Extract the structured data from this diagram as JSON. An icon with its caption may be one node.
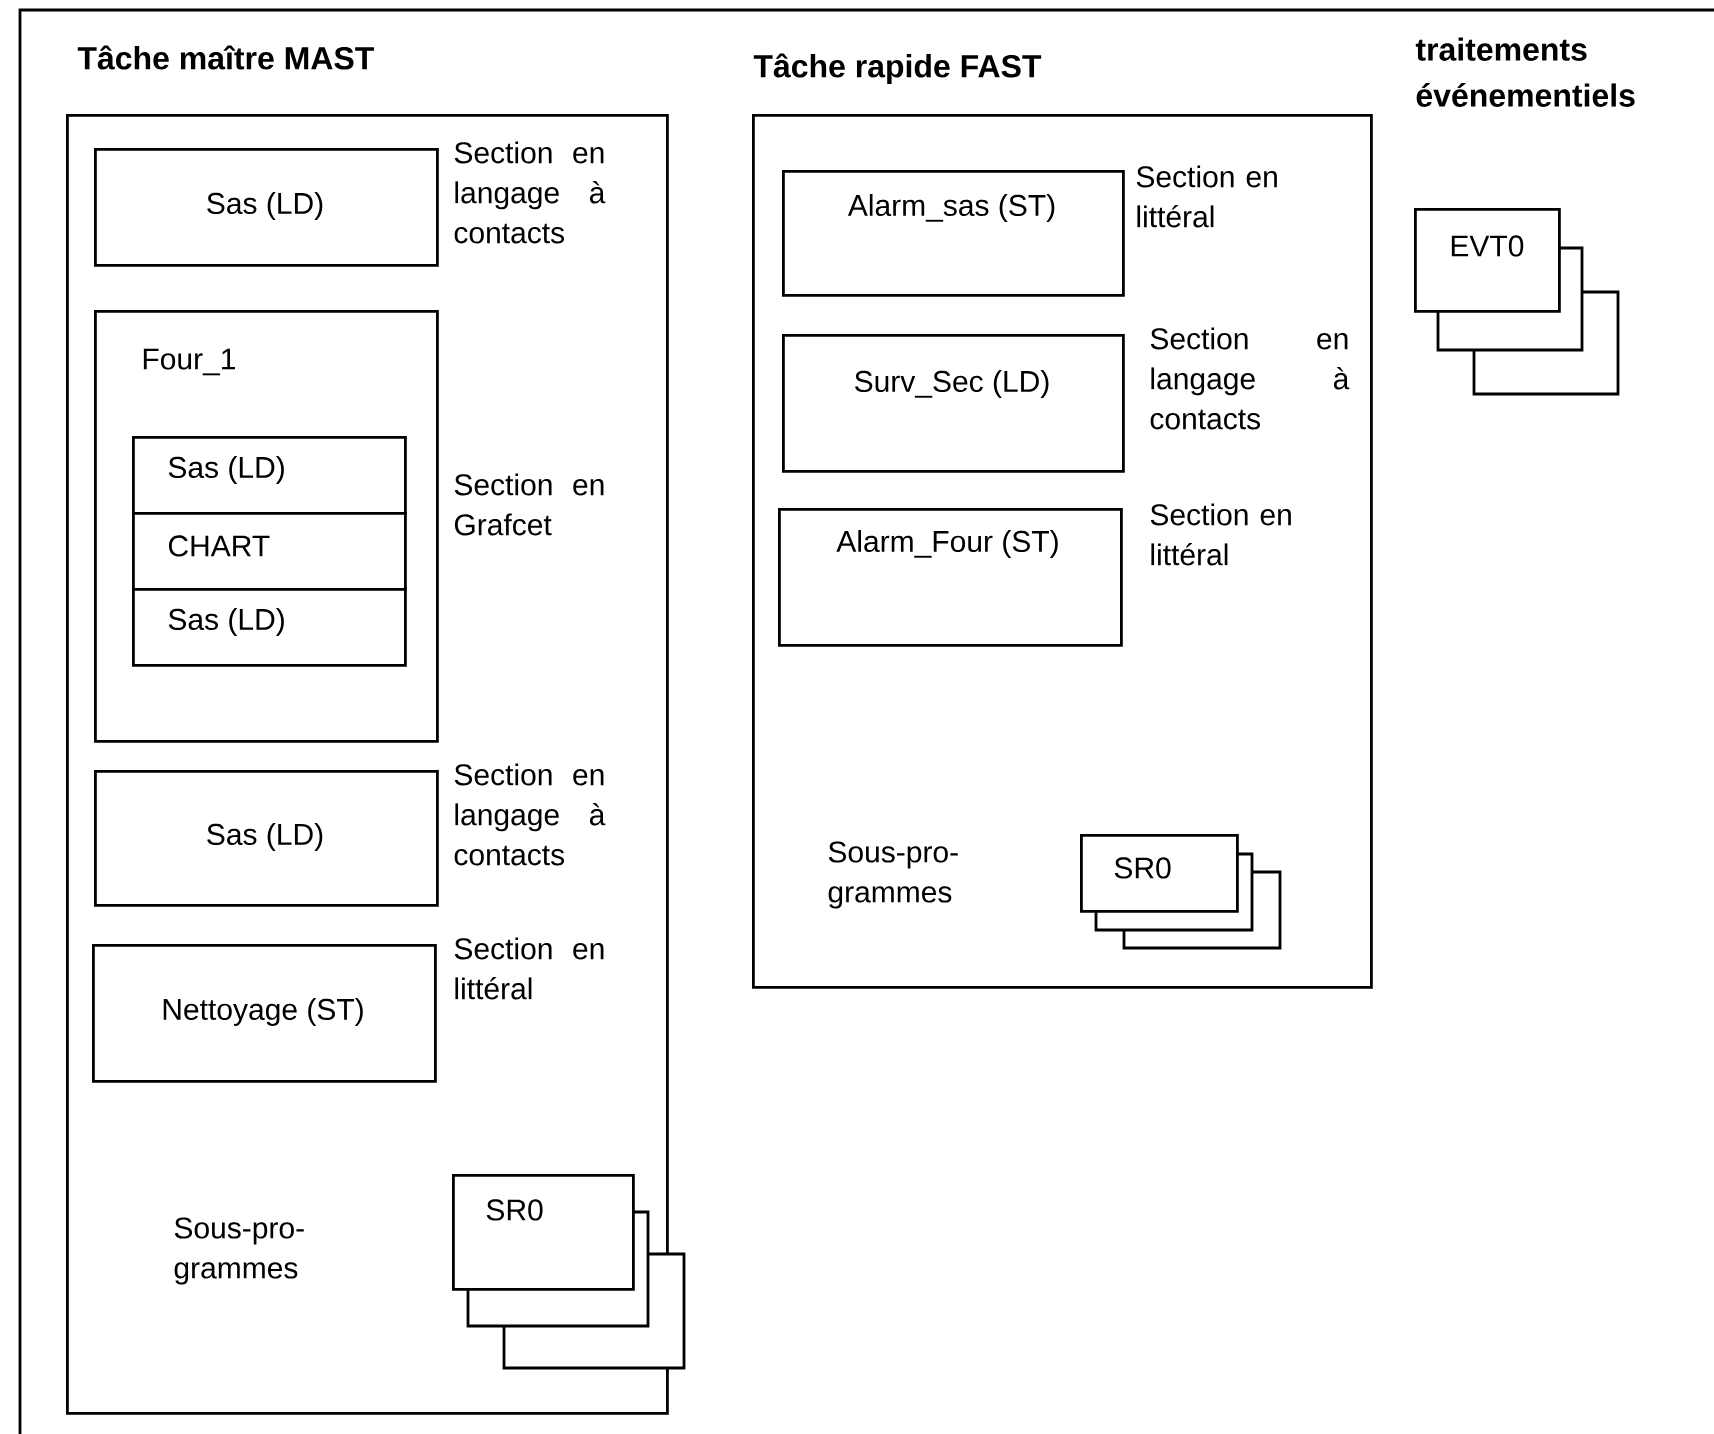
{
  "diagram": {
    "nodes": [
      {
        "text": [
          "Tâche maître MAST"
        ]
      },
      {
        "text": [
          "Sas (LD)"
        ],
        "in": 0,
        "beside": [
          "Section en langage à contacts"
        ]
      },
      {
        "text": [
          "Four_1"
        ],
        "in": 0,
        "beside": [
          "Section en Grafcet"
        ]
      },
      {
        "text": [
          "Sas (LD)"
        ],
        "in": 2
      },
      {
        "text": [
          "CHART"
        ],
        "in": 2
      },
      {
        "text": [
          "Sas (LD)"
        ],
        "in": 2
      },
      {
        "text": [
          "Sas (LD)"
        ],
        "in": 0,
        "beside": [
          "Section en langage à contacts"
        ]
      },
      {
        "text": [
          "Nettoyage (ST)"
        ],
        "in": 0,
        "beside": [
          "Section en littéral"
        ]
      },
      {
        "text": [
          "SR0"
        ],
        "in": 0
      },
      {
        "text": [
          "Tâche rapide FAST"
        ]
      },
      {
        "text": [
          "Alarm_sas (ST)"
        ],
        "in": 9,
        "beside": [
          "Section en littéral"
        ]
      },
      {
        "text": [
          "Surv_Sec (LD)"
        ],
        "in": 9,
        "beside": [
          "Section en langage à contacts"
        ]
      },
      {
        "text": [
          "Alarm_Four (ST)"
        ],
        "in": 9,
        "beside": [
          "Section en littéral"
        ]
      },
      {
        "text": [
          "SR0"
        ],
        "in": 9
      },
      {
        "text": [
          "EVT0"
        ]
      }
    ],
    "edges": [],
    "labels": [
      "traitements événementiels",
      "Sous-pro- grammes",
      "Sous-pro- grammes"
    ]
  }
}
